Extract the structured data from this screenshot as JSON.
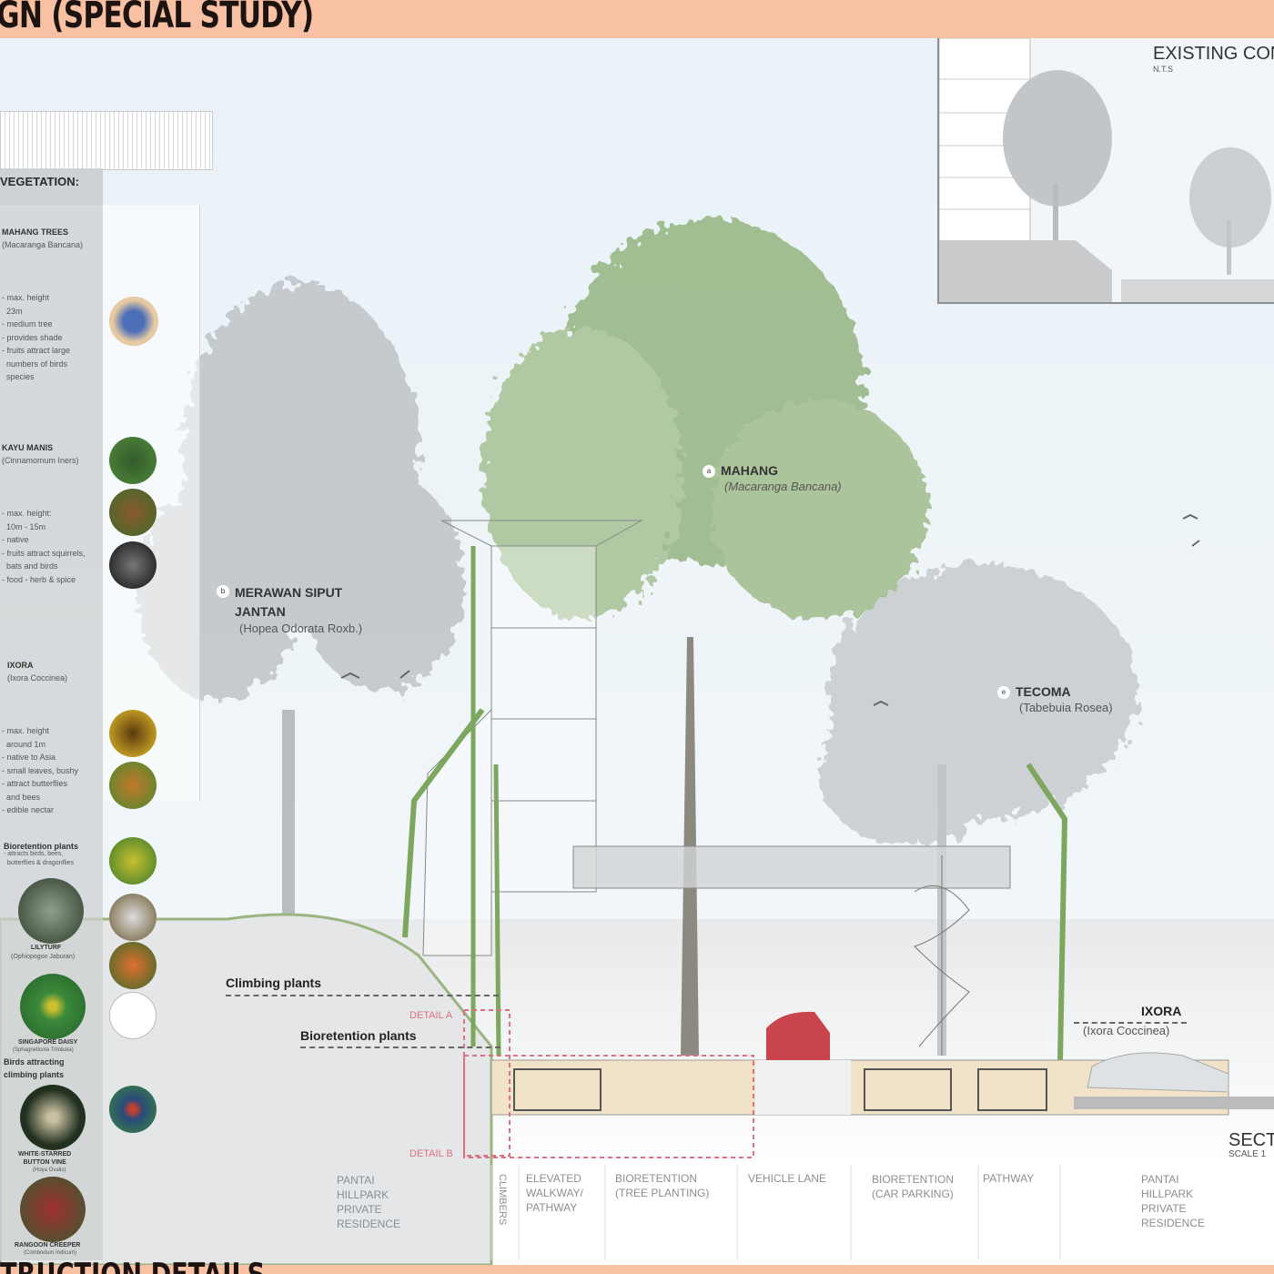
{
  "header": {
    "title": "GN (SPECIAL STUDY)"
  },
  "footer": {
    "title": "TRUCTION DETAILS"
  },
  "colors": {
    "header_band": "#f9c1a3",
    "sky": "#eef4f8",
    "foliage_green": "#8fb07a",
    "foliage_grey": "#b9bdc1",
    "detail_red": "#e07080"
  },
  "vegetation": {
    "title": "VEGETATION:",
    "entries": [
      {
        "name": "MAHANG TREES",
        "scientific": "(Macaranga Bancana)",
        "description": "- max. height\n  23m\n- medium tree\n- provides shade\n- fruits attract large\n  numbers of birds\n  species"
      },
      {
        "name": "KAYU MANIS",
        "scientific": "(Cinnamomum Iners)",
        "description": "- max. height:\n  10m - 15m\n- native\n- fruits attract squirrels,\n  bats and birds\n- food - herb & spice"
      },
      {
        "name": "IXORA",
        "scientific": "(Ixora Coccinea)",
        "description": "- max. height\n  around 1m\n- native to Asia\n- small leaves, bushy\n- attract butterflies\n  and bees\n- edible nectar"
      }
    ],
    "bioretention": {
      "title": "Bioretention plants",
      "description": "- attracts birds, bees,\n  butterflies & dragonflies",
      "plants": [
        {
          "name": "LILYTURF",
          "scientific": "(Ophiopogon Jaburan)"
        },
        {
          "name": "SINGAPORE DAISY",
          "scientific": "(Sphagneticola Trilobata)"
        }
      ]
    },
    "climbing": {
      "title": "Birds attracting\nclimbing plants",
      "plants": [
        {
          "name": "WHITE-STARRED\nBUTTON VINE",
          "scientific": "(Hoya Ovalis)"
        },
        {
          "name": "RANGOON CREEPER",
          "scientific": "(Combretum Indicum)"
        }
      ]
    }
  },
  "section": {
    "trees": [
      {
        "marker": "b",
        "name": "MERAWAN SIPUT\nJANTAN",
        "scientific": "(Hopea Odorata Roxb.)"
      },
      {
        "marker": "a",
        "name": "MAHANG",
        "scientific": "(Macaranga Bancana)"
      },
      {
        "marker": "e",
        "name": "TECOMA",
        "scientific": "(Tabebuia Rosea)"
      }
    ],
    "callouts": {
      "climbing": "Climbing plants",
      "bioretention": "Bioretention plants",
      "ixora": "IXORA",
      "ixora_sci": "(Ixora Coccinea)"
    },
    "details": {
      "a": "DETAIL A",
      "b": "DETAIL B"
    },
    "zones": [
      "PANTAI\nHILLPARK\nPRIVATE\nRESIDENCE",
      "CLIMBERS",
      "ELEVATED\nWALKWAY/\nPATHWAY",
      "BIORETENTION\n(TREE PLANTING)",
      "VEHICLE LANE",
      "BIORETENTION\n(CAR PARKING)",
      "PATHWAY",
      "PANTAI\nHILLPARK\nPRIVATE\nRESIDENCE"
    ],
    "title": "SECT",
    "scale": "SCALE 1"
  },
  "inset": {
    "title": "EXISTING CON",
    "subtitle": "N.T.S"
  }
}
